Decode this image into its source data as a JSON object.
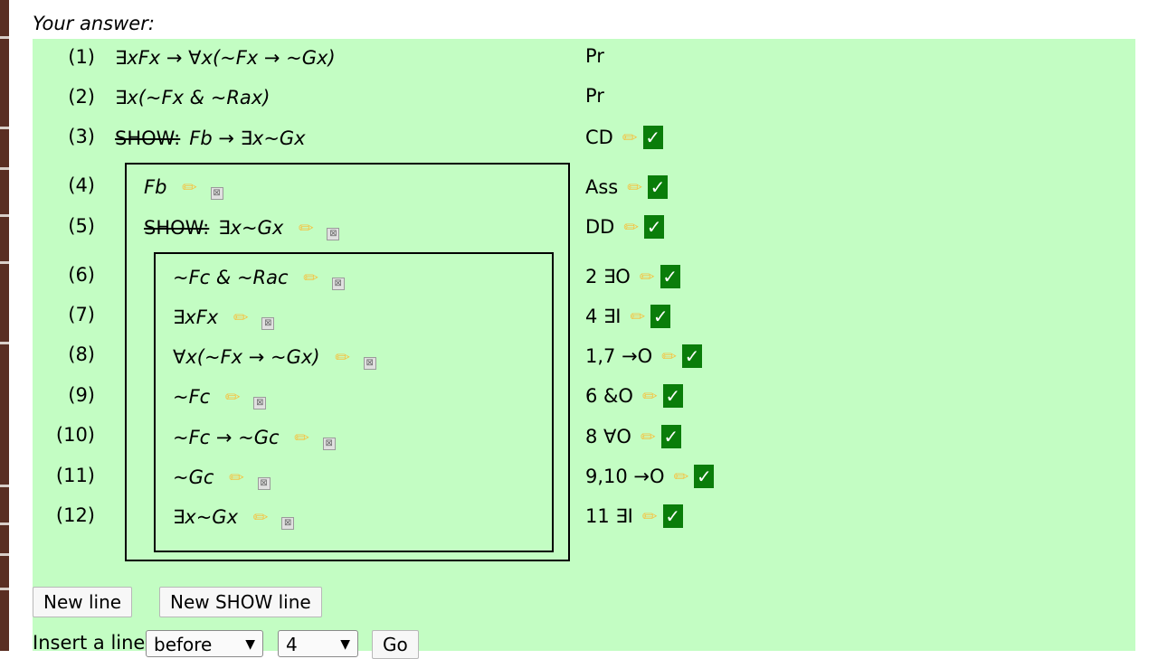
{
  "prompt": "Your answer:",
  "lines": [
    {
      "num": "(1)",
      "show": "",
      "formula": "∃xFx → ∀x(~Fx → ~Gx)",
      "just": "Pr",
      "editable": false
    },
    {
      "num": "(2)",
      "show": "",
      "formula": "∃x(~Fx & ~Rax)",
      "just": "Pr",
      "editable": false
    },
    {
      "num": "(3)",
      "show": "SHOW:",
      "formula": "Fb → ∃x~Gx",
      "just": "CD",
      "editable": false
    },
    {
      "num": "(4)",
      "show": "",
      "formula": "Fb",
      "just": "Ass",
      "editable": true
    },
    {
      "num": "(5)",
      "show": "SHOW:",
      "formula": "∃x~Gx",
      "just": "DD",
      "editable": true
    },
    {
      "num": "(6)",
      "show": "",
      "formula": "~Fc & ~Rac",
      "just": "2 ∃O",
      "editable": true
    },
    {
      "num": "(7)",
      "show": "",
      "formula": "∃xFx",
      "just": "4 ∃I",
      "editable": true
    },
    {
      "num": "(8)",
      "show": "",
      "formula": "∀x(~Fx → ~Gx)",
      "just": "1,7 →O",
      "editable": true
    },
    {
      "num": "(9)",
      "show": "",
      "formula": "~Fc",
      "just": "6 &O",
      "editable": true
    },
    {
      "num": "(10)",
      "show": "",
      "formula": "~Fc → ~Gc",
      "just": "8 ∀O",
      "editable": true
    },
    {
      "num": "(11)",
      "show": "",
      "formula": "~Gc",
      "just": "9,10 →O",
      "editable": true
    },
    {
      "num": "(12)",
      "show": "",
      "formula": "∃x~Gx",
      "just": "11 ∃I",
      "editable": true
    }
  ],
  "icons": {
    "edit": "pencil-icon",
    "delete": "delete-box-icon",
    "valid": "check-icon"
  },
  "buttons": {
    "new_line": "New line",
    "new_show_line": "New SHOW line",
    "go": "Go"
  },
  "insert": {
    "label": "Insert a line",
    "position": "before",
    "line": "4"
  },
  "colors": {
    "panel": "#c3fdc3",
    "check": "#0a7d0a",
    "pencil": "#f2c64a"
  }
}
